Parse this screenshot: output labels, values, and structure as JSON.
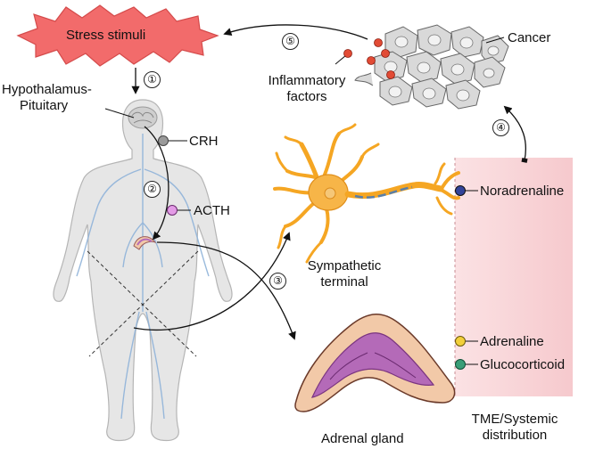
{
  "labels": {
    "stress": "Stress stimuli",
    "hypothalamus_line1": "Hypothalamus-",
    "hypothalamus_line2": "Pituitary",
    "crh": "CRH",
    "acth": "ACTH",
    "inflammatory_line1": "Inflammatory",
    "inflammatory_line2": "factors",
    "cancer": "Cancer",
    "noradrenaline": "Noradrenaline",
    "adrenaline": "Adrenaline",
    "glucocorticoid": "Glucocorticoid",
    "sympathetic_line1": "Sympathetic",
    "sympathetic_line2": "terminal",
    "adrenal": "Adrenal gland",
    "tme_line1": "TME/Systemic",
    "tme_line2": "distribution"
  },
  "steps": [
    "①",
    "②",
    "③",
    "④",
    "⑤"
  ],
  "colors": {
    "stress_burst": "#f26b6b",
    "body_fill": "#e6e6e6",
    "vessels": "#8fb3d9",
    "neuron": "#f5a623",
    "tme_band": "#f8d3d6",
    "crh_dot": "#9a9a9a",
    "acth_dot": "#e39be6",
    "noradrenaline_dot": "#33449a",
    "adrenaline_dot": "#f2cf3a",
    "glucocorticoid_dot": "#3a9e77",
    "inflammatory_dot": "#e24b35",
    "cancer_cell": "#d9d9d9",
    "adrenal_outer": "#f2c9a8",
    "adrenal_inner": "#b46ab8"
  },
  "icons": [
    "starburst-icon",
    "human-body-icon",
    "brain-icon",
    "neuron-icon",
    "adrenal-gland-icon",
    "tumor-cells-icon"
  ]
}
